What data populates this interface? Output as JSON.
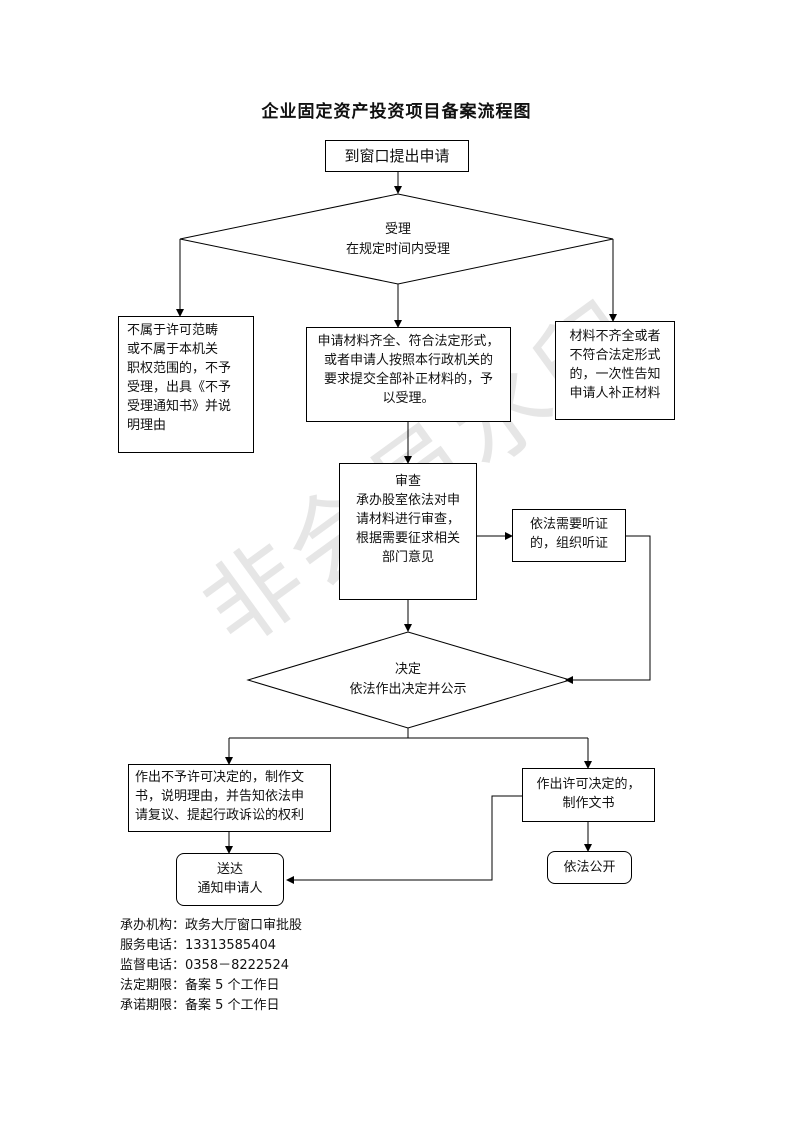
{
  "title": "企业固定资产投资项目备案流程图",
  "watermark": "非会员水印",
  "nodes": {
    "start": "到窗口提出申请",
    "accept_title": "受理",
    "accept_sub": "在规定时间内受理",
    "reject": "不属于许可范畴\n或不属于本机关\n职权范围的，不予\n受理，出具《不予\n受理通知书》并说\n明理由",
    "accept_ok": "申请材料齐全、符合法定形式，\n或者申请人按照本行政机关的\n要求提交全部补正材料的，予\n以受理。",
    "incomplete": "材料不齐全或者\n不符合法定形式\n的，一次性告知\n申请人补正材料",
    "review": "审查\n承办股室依法对申\n请材料进行审查，\n根据需要征求相关\n部门意见",
    "hearing": "依法需要听证\n的，组织听证",
    "decision_title": "决定",
    "decision_sub": "依法作出决定并公示",
    "deny": "作出不予许可决定的，制作文\n书，说明理由，并告知依法申\n请复议、提起行政诉讼的权利",
    "grant": "作出许可决定的，\n制作文书",
    "deliver": "送达\n通知申请人",
    "publish": "依法公开"
  },
  "info": {
    "agency": "承办机构：政务大厅窗口审批股",
    "service_phone": "服务电话：13313585404",
    "supervise_phone": "监督电话：0358－8222524",
    "legal_limit": "法定期限：备案 5 个工作日",
    "promise_limit": "承诺期限：备案 5 个工作日"
  }
}
